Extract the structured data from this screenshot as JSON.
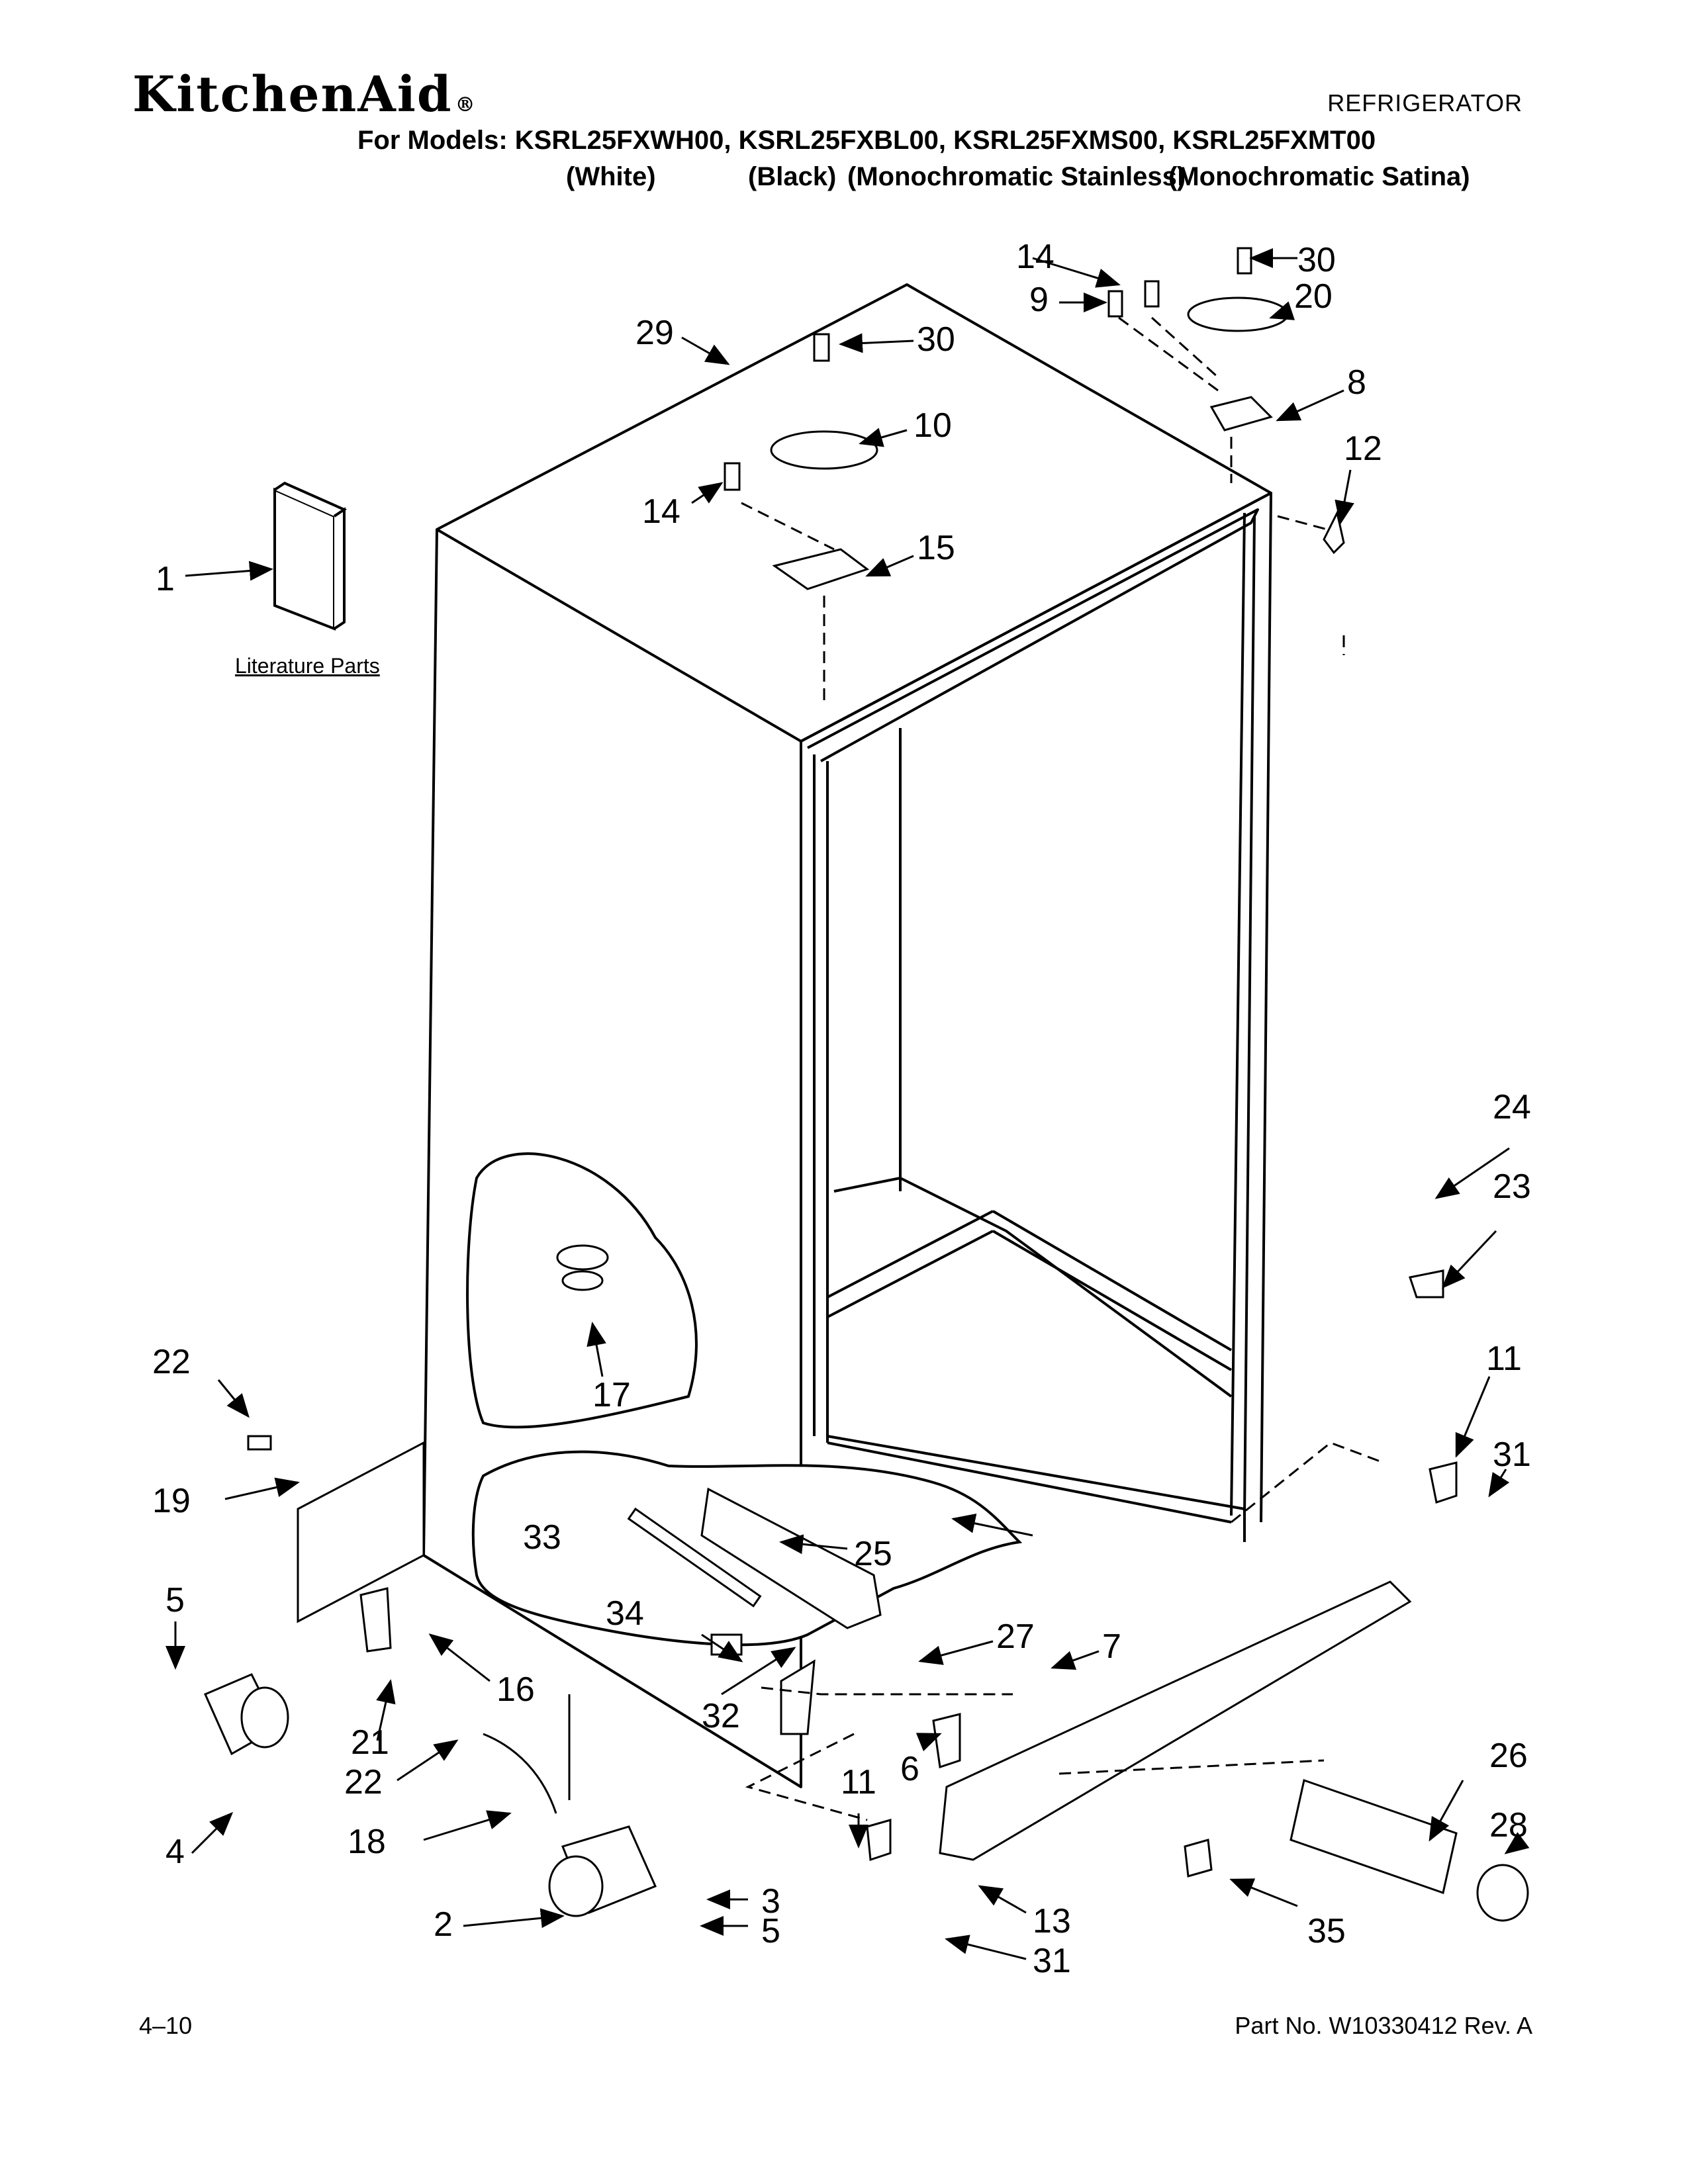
{
  "header": {
    "brand": "KitchenAid",
    "brand_mark": "®",
    "doc_type": "REFRIGERATOR",
    "models_line": "For Models: KSRL25FXWH00, KSRL25FXBL00, KSRL25FXMS00, KSRL25FXMT00",
    "variants": [
      "(White)",
      "(Black)",
      "(Monochromatic Stainless)",
      "(Monochromatic Satina)"
    ]
  },
  "diagram": {
    "literature_label": "Literature Parts",
    "callouts": [
      "1",
      "2",
      "3",
      "4",
      "5",
      "5",
      "6",
      "7",
      "8",
      "9",
      "10",
      "11",
      "11",
      "12",
      "13",
      "14",
      "14",
      "15",
      "16",
      "17",
      "18",
      "19",
      "20",
      "21",
      "22",
      "22",
      "23",
      "24",
      "25",
      "26",
      "27",
      "28",
      "29",
      "30",
      "30",
      "31",
      "31",
      "32",
      "33",
      "34",
      "35"
    ]
  },
  "footer": {
    "page": "4–10",
    "part_number": "Part No. W10330412 Rev. A"
  }
}
